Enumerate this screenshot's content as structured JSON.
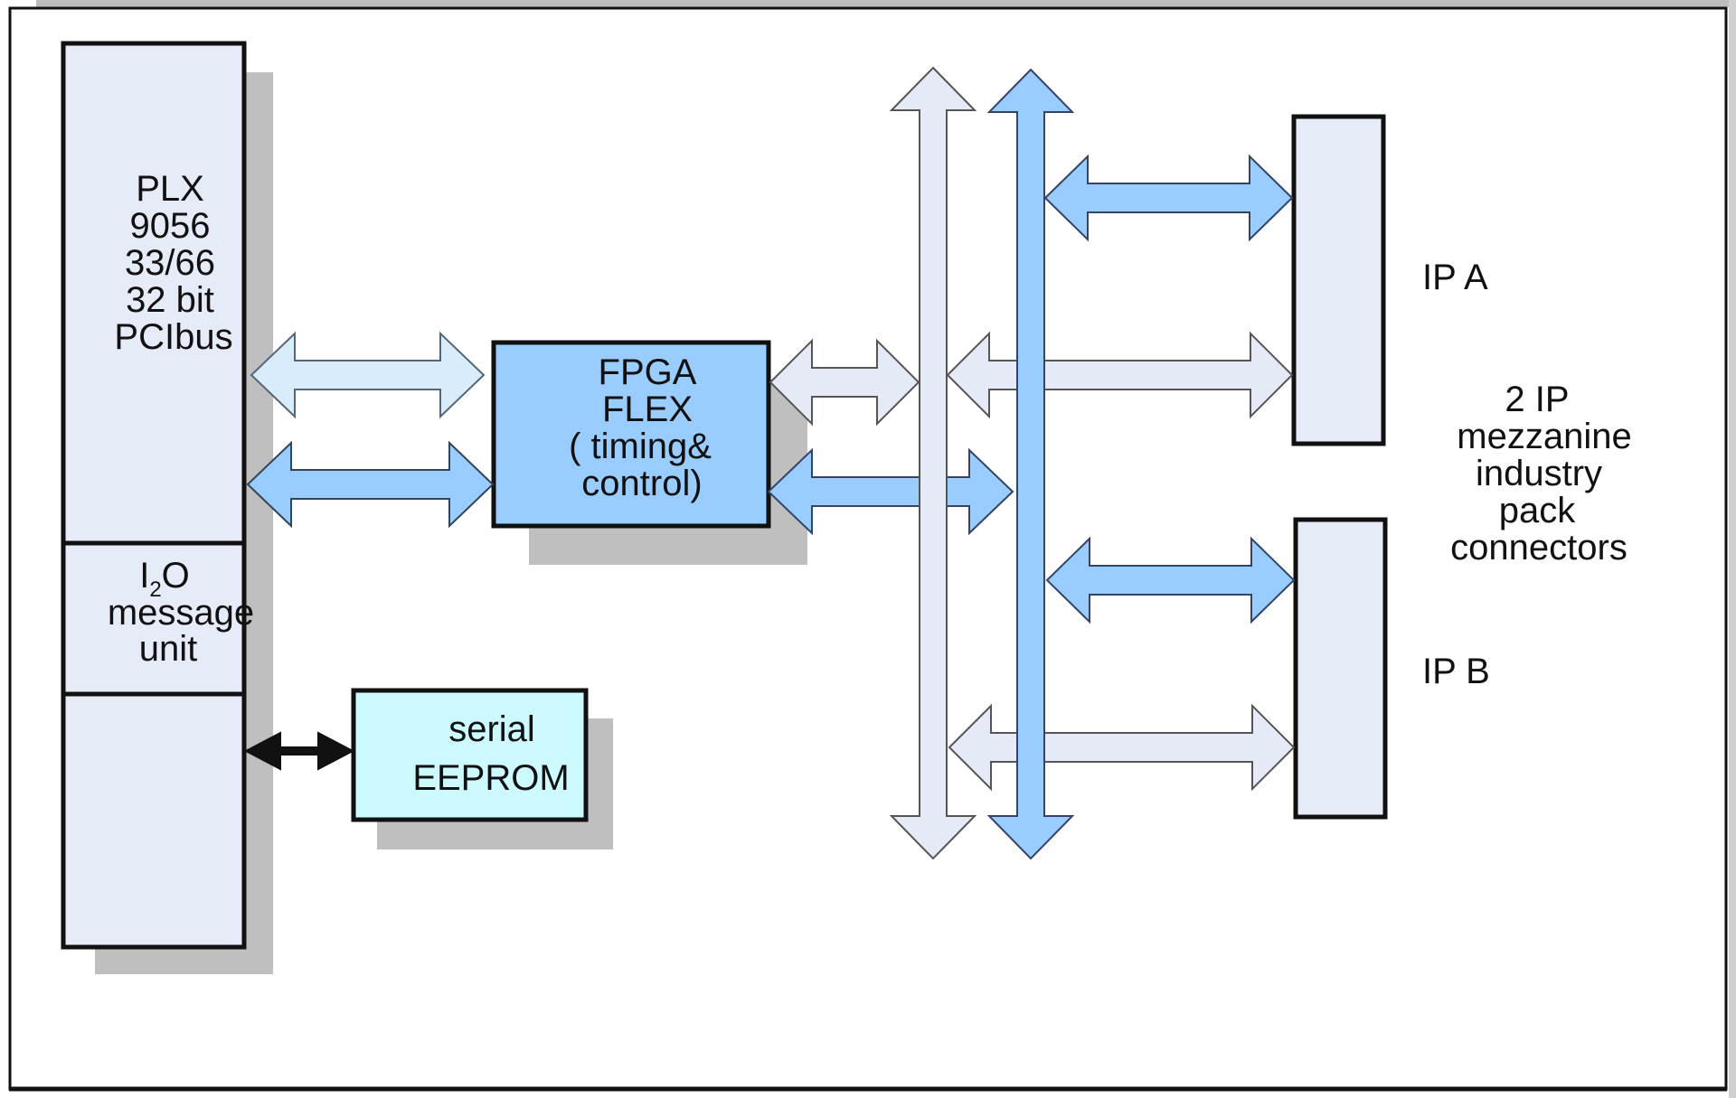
{
  "colors": {
    "frame": "#111111",
    "frame_shadow": "#bdbdbd",
    "block_light": "#e6ecf7",
    "block_blue": "#99ccff",
    "eeprom_fill": "#ccfaff",
    "arrow_light": "#e4eaf6",
    "arrow_pale": "#d9ecfb",
    "arrow_blue": "#99ccff",
    "arrow_black": "#111111",
    "shadow": "#bfbfbf"
  },
  "blocks": {
    "plx": {
      "lines": [
        "PLX",
        "9056",
        "33/66",
        "32 bit",
        "PCIbus"
      ]
    },
    "i2o": {
      "line1_main": "I",
      "line1_sub": "2",
      "line1_end": "O",
      "lines": [
        "message",
        "unit"
      ]
    },
    "fpga": {
      "lines": [
        "FPGA",
        "FLEX",
        "( timing&",
        "control)"
      ]
    },
    "eeprom": {
      "lines": [
        "serial",
        "EEPROM"
      ]
    },
    "ip_a": {
      "label": "IP A"
    },
    "ip_b": {
      "label": "IP B"
    }
  },
  "annotation": {
    "lines": [
      "2 IP",
      "mezzanine",
      "industry",
      "pack",
      "connectors"
    ]
  },
  "connections": [
    {
      "from": "plx",
      "to": "fpga",
      "style": "pale",
      "direction": "bidirectional"
    },
    {
      "from": "plx",
      "to": "fpga",
      "style": "blue",
      "direction": "bidirectional"
    },
    {
      "from": "plx",
      "to": "eeprom",
      "style": "black",
      "direction": "bidirectional"
    },
    {
      "from": "fpga",
      "to": "bus-light",
      "style": "light",
      "direction": "bidirectional"
    },
    {
      "from": "fpga",
      "to": "bus-blue",
      "style": "blue",
      "direction": "bidirectional"
    },
    {
      "from": "bus-blue",
      "to": "ip_a",
      "style": "blue",
      "direction": "bidirectional"
    },
    {
      "from": "bus-light",
      "to": "ip_a",
      "style": "light",
      "direction": "bidirectional"
    },
    {
      "from": "bus-blue",
      "to": "ip_b",
      "style": "blue",
      "direction": "bidirectional"
    },
    {
      "from": "bus-light",
      "to": "ip_b",
      "style": "light",
      "direction": "bidirectional"
    }
  ]
}
